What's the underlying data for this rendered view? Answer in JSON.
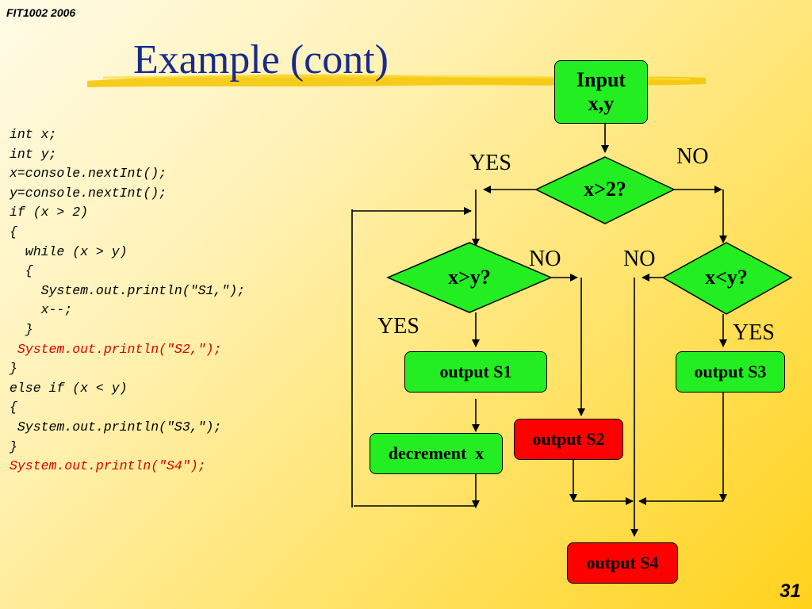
{
  "header": {
    "course": "FIT1002 2006"
  },
  "title": "Example (cont)",
  "code_lines": [
    {
      "text": "int x;",
      "red": false
    },
    {
      "text": "int y;",
      "red": false
    },
    {
      "text": "x=console.nextInt();",
      "red": false
    },
    {
      "text": "y=console.nextInt();",
      "red": false
    },
    {
      "text": "if (x > 2)",
      "red": false
    },
    {
      "text": "{",
      "red": false
    },
    {
      "text": "  while (x > y)",
      "red": false
    },
    {
      "text": "  {",
      "red": false
    },
    {
      "text": "    System.out.println(\"S1,\");",
      "red": false
    },
    {
      "text": "    x--;",
      "red": false
    },
    {
      "text": "  }",
      "red": false
    },
    {
      "text": " System.out.println(\"S2,\");",
      "red": true
    },
    {
      "text": "}",
      "red": false
    },
    {
      "text": "else if (x < y)",
      "red": false
    },
    {
      "text": "{",
      "red": false
    },
    {
      "text": " System.out.println(\"S3,\");",
      "red": false
    },
    {
      "text": "}",
      "red": false
    },
    {
      "text": "System.out.println(\"S4\");",
      "red": true
    }
  ],
  "flowchart": {
    "input_box": "Input x,y",
    "decision_x_gt_2": "x>2?",
    "decision_x_gt_y": "x>y?",
    "decision_x_lt_y": "x<y?",
    "output_s1": "output S1",
    "decrement_x": "decrement  x",
    "output_s2": "output S2",
    "output_s3": "output S3",
    "output_s4": "output S4",
    "labels": {
      "yes_top": "YES",
      "no_top": "NO",
      "no_left": "NO",
      "no_right": "NO",
      "yes_left": "YES",
      "yes_right": "YES"
    },
    "colors": {
      "green": "#22ee22",
      "red": "#ff0000",
      "title": "#1a2a8c"
    }
  },
  "page_number": "31"
}
